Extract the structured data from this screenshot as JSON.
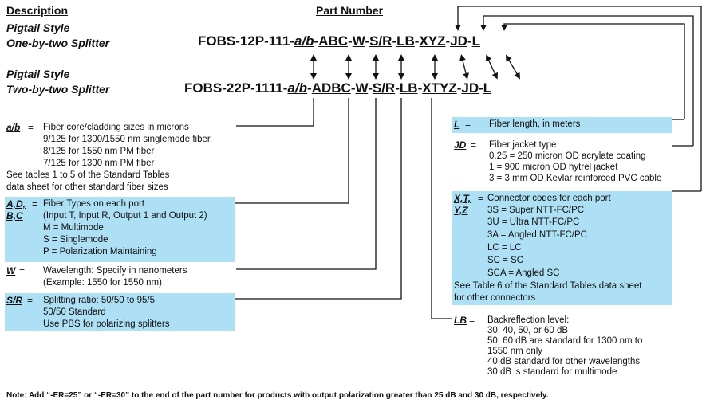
{
  "headers": {
    "description": "Description",
    "part_number": "Part Number"
  },
  "styles": {
    "one_line1": "Pigtail Style",
    "one_line2": "One-by-two Splitter",
    "two_line1": "Pigtail Style",
    "two_line2": "Two-by-two Splitter"
  },
  "part_numbers": {
    "one": {
      "prefix": "FOBS-12P-111-",
      "ab": "a/b",
      "s1": "-",
      "abc": "ABC",
      "s2": "-",
      "w": "W",
      "s3": "-",
      "sr": "S/R",
      "s4": "-",
      "lb": "LB",
      "s5": "-",
      "xyz": "XYZ",
      "s6": "-",
      "jd": "JD",
      "s7": "-",
      "l": "L"
    },
    "two": {
      "prefix": "FOBS-22P-1111-",
      "ab": "a/b",
      "s1": "-",
      "abc": "ADBC",
      "s2": "-",
      "w": "W",
      "s3": "-",
      "sr": "S/R",
      "s4": "-",
      "lb": "LB",
      "s5": "-",
      "xyz": "XTYZ",
      "s6": "-",
      "jd": "JD",
      "s7": "-",
      "l": "L"
    }
  },
  "left": {
    "ab": {
      "label": "a/b",
      "eq": "=",
      "lines": [
        "Fiber core/cladding sizes in microns",
        "9/125 for 1300/1550 nm singlemode fiber.",
        "8/125 for 1550 nm PM fiber",
        "7/125 for 1300 nm PM fiber",
        "See tables 1 to 5 of the Standard Tables",
        "data sheet for other standard fiber sizes"
      ]
    },
    "ad": {
      "label1": "A,D,",
      "label2": "B,C",
      "eq": "=",
      "lines": [
        "Fiber Types on each port",
        "(Input T, Input R, Output 1 and Output 2)",
        "M = Multimode",
        "S = Singlemode",
        "P = Polarization Maintaining"
      ]
    },
    "w": {
      "label": "W",
      "eq": "=",
      "lines": [
        "Wavelength: Specify in nanometers",
        "(Example: 1550 for 1550 nm)"
      ]
    },
    "sr": {
      "label": "S/R",
      "eq": "=",
      "lines": [
        "Splitting ratio: 50/50 to 95/5",
        "50/50 Standard",
        "Use PBS for polarizing splitters"
      ]
    }
  },
  "right": {
    "l": {
      "label": "L",
      "eq": "=",
      "lines": [
        "Fiber length, in meters"
      ]
    },
    "jd": {
      "label": "JD",
      "eq": "=",
      "lines": [
        "Fiber jacket type",
        "0.25 = 250 micron OD acrylate coating",
        "1 = 900 micron OD hytrel jacket",
        "3 = 3 mm OD Kevlar reinforced PVC cable"
      ]
    },
    "xt": {
      "label1": "X,T,",
      "label2": "Y,Z",
      "eq": "=",
      "lines": [
        "Connector codes for each port",
        "3S = Super NTT-FC/PC",
        "3U = Ultra NTT-FC/PC",
        "3A = Angled NTT-FC/PC",
        "LC = LC",
        "SC = SC",
        "SCA = Angled SC",
        "See Table 6 of the Standard Tables data sheet",
        "for other connectors"
      ]
    },
    "lb": {
      "label": "LB",
      "eq": "=",
      "lines": [
        "Backreflection level:",
        "30, 40, 50, or 60 dB",
        "50, 60 dB are standard for 1300 nm to",
        "1550 nm only",
        "40 dB standard for other wavelengths",
        "30 dB is standard for multimode"
      ]
    }
  },
  "note": "Note: Add “-ER=25” or “-ER=30” to the end of the part number for products with output polarization greater than 25 dB and 30 dB, respectively.",
  "colors": {
    "box": "#aee0f5",
    "text": "#111111"
  }
}
